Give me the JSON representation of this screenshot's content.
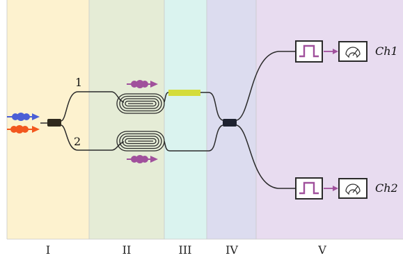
{
  "regions": [
    {
      "label": "I",
      "color": "#fdf2cf"
    },
    {
      "label": "II",
      "color": "#e5ecd6"
    },
    {
      "label": "III",
      "color": "#daf3ef"
    },
    {
      "label": "IV",
      "color": "#dcdcef"
    },
    {
      "label": "V",
      "color": "#e8dcf0"
    }
  ],
  "arms": {
    "upper": "1",
    "lower": "2"
  },
  "channels": {
    "top": "Ch1",
    "bottom": "Ch2"
  },
  "colors": {
    "photon_blue": "#4a5fd6",
    "photon_orange": "#f2571e",
    "photon_purple": "#a0509c",
    "modulator": "#d4dc3a",
    "coupler": "#2f2a1e",
    "coupler_out": "#1e2230",
    "detector": "#a0509c",
    "fiber": "#2a2a2a"
  },
  "icons": [
    "photon-pair-icon",
    "fiber-spool-icon",
    "phase-modulator-icon",
    "beam-splitter-icon",
    "detector-icon",
    "counter-icon"
  ]
}
